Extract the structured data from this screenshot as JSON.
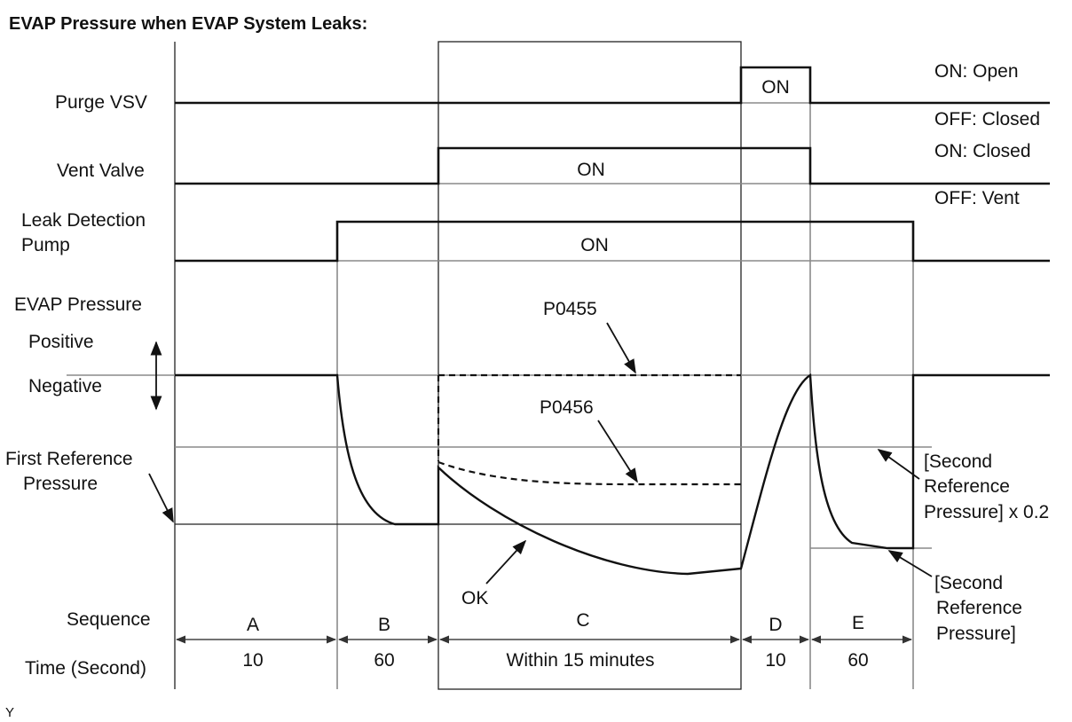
{
  "title": "EVAP Pressure when EVAP System Leaks:",
  "signals": {
    "purge_vsv": "Purge VSV",
    "vent_valve": "Vent Valve",
    "leak_pump_line1": "Leak Detection",
    "leak_pump_line2": "Pump",
    "evap_pressure": "EVAP Pressure",
    "positive": "Positive",
    "negative": "Negative"
  },
  "states": {
    "purge_on": "ON",
    "vent_on": "ON",
    "pump_on": "ON",
    "on_open": "ON: Open",
    "off_closed": "OFF: Closed",
    "on_closed": "ON: Closed",
    "off_vent": "OFF: Vent"
  },
  "annotations": {
    "first_ref_line1": "First Reference",
    "first_ref_line2": "Pressure",
    "p0455": "P0455",
    "p0456": "P0456",
    "ok": "OK",
    "second_ref_x02_line1": "[Second",
    "second_ref_x02_line2": "Reference",
    "second_ref_x02_line3": "Pressure] x 0.2",
    "second_ref_line1": "[Second",
    "second_ref_line2": "Reference",
    "second_ref_line3": "Pressure]"
  },
  "sequence": {
    "label": "Sequence",
    "time_label": "Time (Second)",
    "steps": [
      {
        "name": "A",
        "time": "10"
      },
      {
        "name": "B",
        "time": "60"
      },
      {
        "name": "C",
        "time": "Within 15 minutes"
      },
      {
        "name": "D",
        "time": "10"
      },
      {
        "name": "E",
        "time": "60"
      }
    ]
  },
  "footer_code": "Y"
}
